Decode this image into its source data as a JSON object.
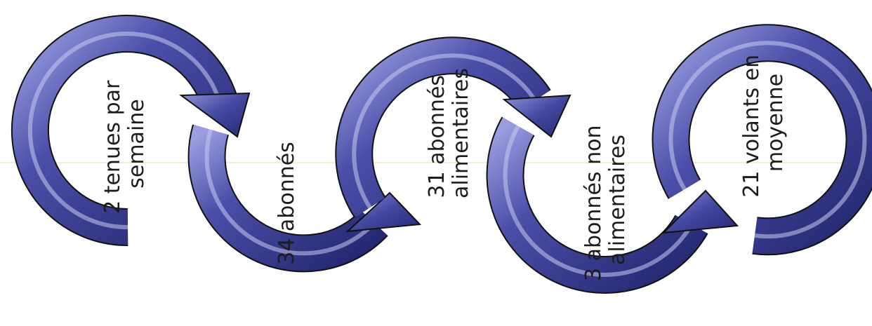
{
  "diagram": {
    "colors": {
      "arrow_dark": "#2a2c7a",
      "arrow_mid": "#4b4fa8",
      "arrow_light": "#c9cbef",
      "outline": "#111111",
      "text": "#1c1c1c"
    },
    "steps": [
      {
        "lines": [
          "2 tenues par",
          "semaine"
        ]
      },
      {
        "lines": [
          "34 abonnés"
        ]
      },
      {
        "lines": [
          "31 abonnés",
          "alimentaires"
        ]
      },
      {
        "lines": [
          "3 abonnés non",
          "alimentaires"
        ]
      },
      {
        "lines": [
          "21 volants en",
          "moyenne"
        ]
      }
    ]
  }
}
